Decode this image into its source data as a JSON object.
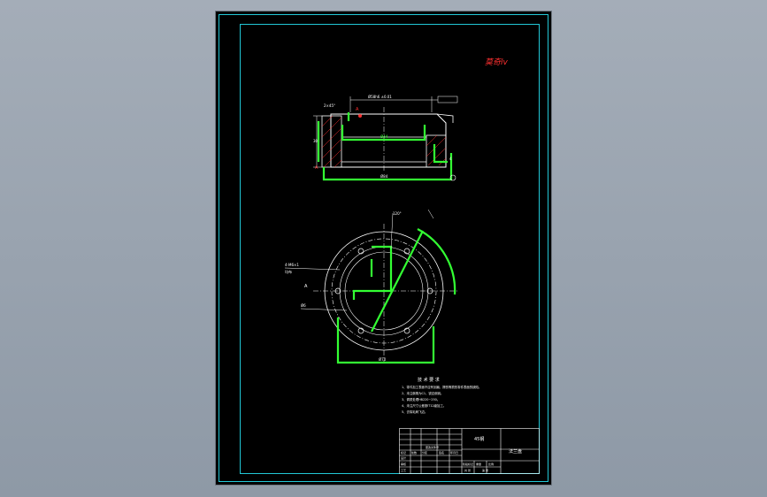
{
  "drawing": {
    "signature": "莫奇lv",
    "section_mark_left": "A",
    "section_mark_right": "A",
    "chamfer_callout": "2×45°",
    "top_dimension": "Ø58h6 ±0.01",
    "inner_dimension": "Ø44",
    "bottom_dimension": "Ø84",
    "height_dimension": "30",
    "flange_label": "4",
    "plan_bottom_dimension": "Ø70",
    "plan_angle_label": "120°",
    "plan_left_note_1": "4-M6×1",
    "plan_left_note_2": "均布",
    "plan_lower_note": "Ø6",
    "plan_side_mark": "A",
    "tech_heading": "技 术 要 求",
    "tech_notes": [
      "1、零件加工表面不应有划痕、擦伤等损伤零件表面的缺陷。",
      "2、未注倒角为C1，锐边倒钝。",
      "3、调质处理HB220~250。",
      "4、未注尺寸公差按IT12级加工。",
      "5、去除毛刺飞边。"
    ],
    "title_block": {
      "material_cell": "45钢",
      "drawing_name": "法兰盘",
      "row_labels": [
        "标记",
        "设计",
        "审核",
        "工艺"
      ],
      "col_labels": [
        "处数",
        "分区",
        "更改文件号",
        "签名",
        "年月日"
      ],
      "stage_labels": [
        "阶段标记",
        "重量",
        "比例"
      ],
      "footer": [
        "共 张",
        "第 张"
      ]
    }
  },
  "colors": {
    "sheet": "#000000",
    "frame": "#22c7d6",
    "geometry": "#ffffff",
    "dimension": "#33ff33",
    "accent": "#ff3030"
  }
}
